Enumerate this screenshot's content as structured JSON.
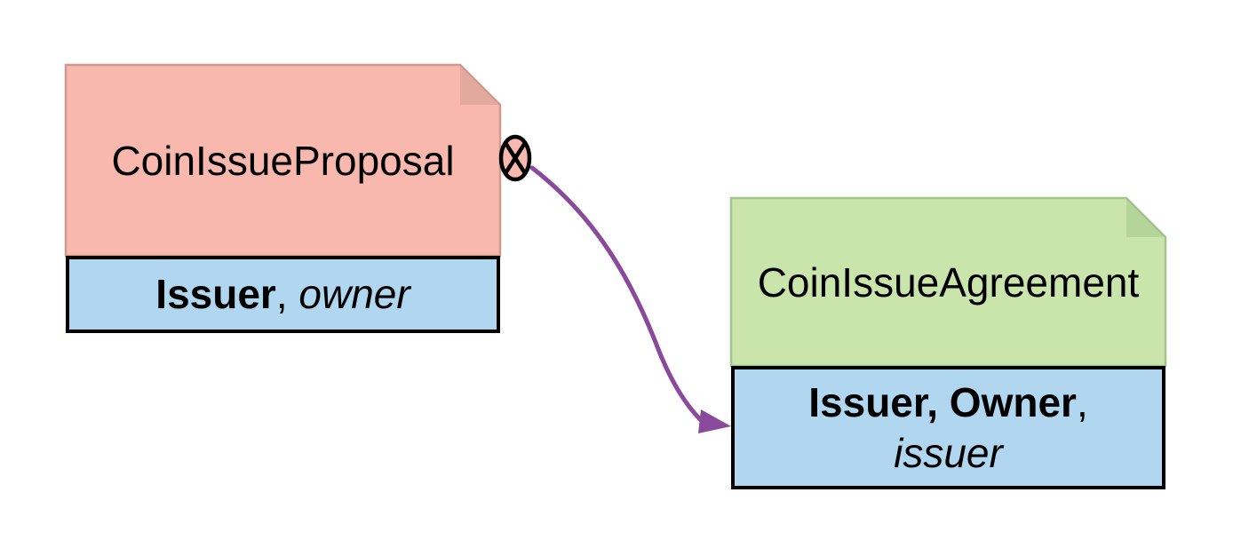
{
  "diagram": {
    "kind": "contract-note-diagram",
    "description": "Proposal contract with archiving choice leading to agreement contract"
  },
  "colors": {
    "background": "#ffffff",
    "proposal_fill": "#f9b8ae",
    "proposal_border": "#cf9a90",
    "proposal_fold": "#e3a89e",
    "agreement_fill": "#c9e5ac",
    "agreement_border": "#a2c48e",
    "agreement_fold": "#b4d49a",
    "party_bar_fill": "#b1d6f0",
    "party_bar_border": "#000000",
    "arrow": "#8a4a9b",
    "choice_marker_fill": "#f9b8ae",
    "choice_marker_stroke": "#000000",
    "text": "#000000"
  },
  "proposal_note": {
    "title": "CoinIssueProposal",
    "signatories": "Issuer",
    "separator": ", ",
    "controller": "owner"
  },
  "agreement_note": {
    "title": "CoinIssueAgreement",
    "signatories": "Issuer, Owner",
    "separator": ",",
    "controller": "issuer"
  },
  "choice_marker": {
    "symbol": "circled-cross"
  }
}
